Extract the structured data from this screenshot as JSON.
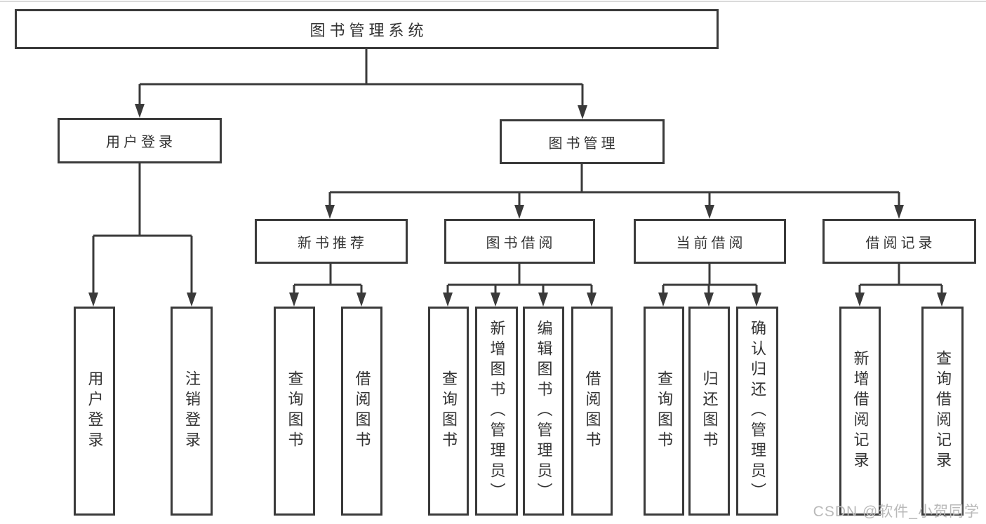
{
  "colors": {
    "line": "#3a3a3a",
    "text": "#333333",
    "watermark": "#b9b9b9",
    "background": "#ffffff"
  },
  "watermark": {
    "text": "CSDN @软件_小贺同学"
  },
  "tree": {
    "label": "图书管理系统",
    "children": [
      {
        "label": "用户登录",
        "children": [
          {
            "label": "用户登录"
          },
          {
            "label": "注销登录"
          }
        ]
      },
      {
        "label": "图书管理",
        "children": [
          {
            "label": "新书推荐",
            "children": [
              {
                "label": "查询图书"
              },
              {
                "label": "借阅图书"
              }
            ]
          },
          {
            "label": "图书借阅",
            "children": [
              {
                "label": "查询图书"
              },
              {
                "label": "新增图书（管理员）"
              },
              {
                "label": "编辑图书（管理员）"
              },
              {
                "label": "借阅图书"
              }
            ]
          },
          {
            "label": "当前借阅",
            "children": [
              {
                "label": "查询图书"
              },
              {
                "label": "归还图书"
              },
              {
                "label": "确认归还（管理员）"
              }
            ]
          },
          {
            "label": "借阅记录",
            "children": [
              {
                "label": "新增借阅记录"
              },
              {
                "label": "查询借阅记录"
              }
            ]
          }
        ]
      }
    ]
  }
}
